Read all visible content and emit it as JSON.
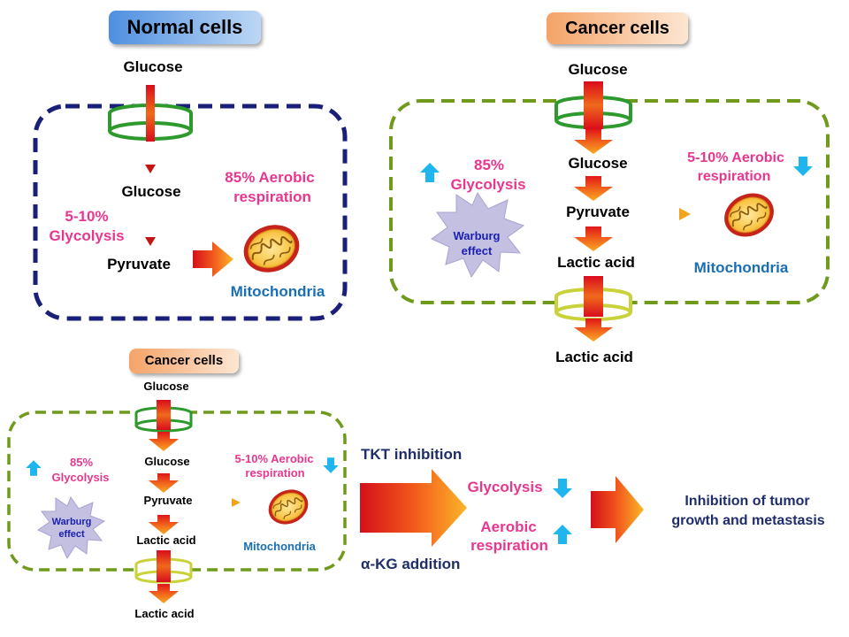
{
  "panels": {
    "normal": {
      "title": "Normal cells",
      "glucose_outside": "Glucose",
      "glucose_inside": "Glucose",
      "glycolysis": [
        "5-10%",
        "Glycolysis"
      ],
      "pyruvate": "Pyruvate",
      "aerobic": [
        "85% Aerobic",
        "respiration"
      ],
      "mitochondria": "Mitochondria"
    },
    "cancer": {
      "title": "Cancer cells",
      "glucose_outside": "Glucose",
      "glucose_inside": "Glucose",
      "pyruvate": "Pyruvate",
      "lactic_inside": "Lactic acid",
      "lactic_outside": "Lactic acid",
      "glycolysis": [
        "85%",
        "Glycolysis"
      ],
      "warburg": [
        "Warburg",
        "effect"
      ],
      "aerobic": [
        "5-10% Aerobic",
        "respiration"
      ],
      "mitochondria": "Mitochondria"
    },
    "treated": {
      "title": "Cancer cells",
      "glucose_outside": "Glucose",
      "glucose_inside": "Glucose",
      "pyruvate": "Pyruvate",
      "lactic_inside": "Lactic acid",
      "lactic_outside": "Lactic acid",
      "glycolysis": [
        "85%",
        "Glycolysis"
      ],
      "warburg": [
        "Warburg",
        "effect"
      ],
      "aerobic": [
        "5-10% Aerobic",
        "respiration"
      ],
      "mitochondria": "Mitochondria"
    }
  },
  "treatment": {
    "tkt": "TKT inhibition",
    "akg": "α-KG addition",
    "glycolysis": "Glycolysis",
    "aerobic": [
      "Aerobic",
      "respiration"
    ],
    "outcome": [
      "Inhibition of tumor",
      "growth and metastasis"
    ]
  },
  "colors": {
    "pink": "#e8378f",
    "blue": "#1a6fb3",
    "navy": "#1f2d6b",
    "cell_normal": "#1a1f7a",
    "cell_cancer": "#6f9a1c",
    "up_down_arrow": "#1fb6ef",
    "warburg_star": "#c4c0e2"
  },
  "icons": [
    "mitochondria-icon",
    "warburg-star-icon",
    "up-arrow-icon",
    "down-arrow-icon",
    "flow-arrow-icon",
    "membrane-transporter-icon"
  ]
}
